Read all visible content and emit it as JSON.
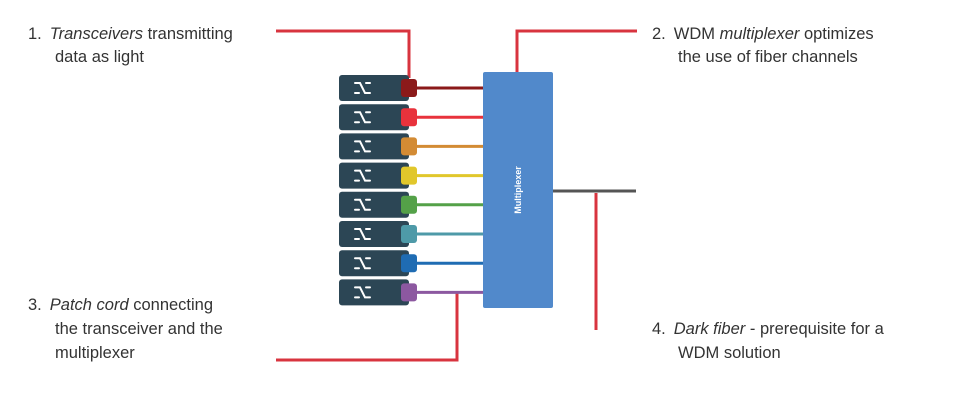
{
  "callouts": [
    {
      "number": "1.",
      "emph": "Transceivers",
      "rest_line1": " transmitting",
      "line2": "data as light",
      "line3": ""
    },
    {
      "number": "2.",
      "prefix": "WDM ",
      "emph": "multiplexer",
      "rest_line1": " optimizes",
      "line2": "the use of fiber channels",
      "line3": ""
    },
    {
      "number": "3.",
      "emph": "Patch cord",
      "rest_line1": " connecting",
      "line2": "the transceiver and the",
      "line3": "multiplexer"
    },
    {
      "number": "4.",
      "emph": "Dark fiber",
      "rest_line1": " - prerequisite for a",
      "line2": "WDM solution",
      "line3": ""
    }
  ],
  "multiplexer": {
    "label": "Multiplexer",
    "color": "#5189cb"
  },
  "transceivers": {
    "body_color": "#2c4655",
    "icon": "fiber-switch-icon",
    "connector_colors": [
      "#8b1a1a",
      "#e8323c",
      "#d38b34",
      "#e1c72b",
      "#54a148",
      "#4e9aa8",
      "#1f6cb3",
      "#8c58a0"
    ]
  },
  "colors": {
    "callout_line": "#d8343f",
    "dark_fiber": "#555555",
    "text": "#333333"
  }
}
